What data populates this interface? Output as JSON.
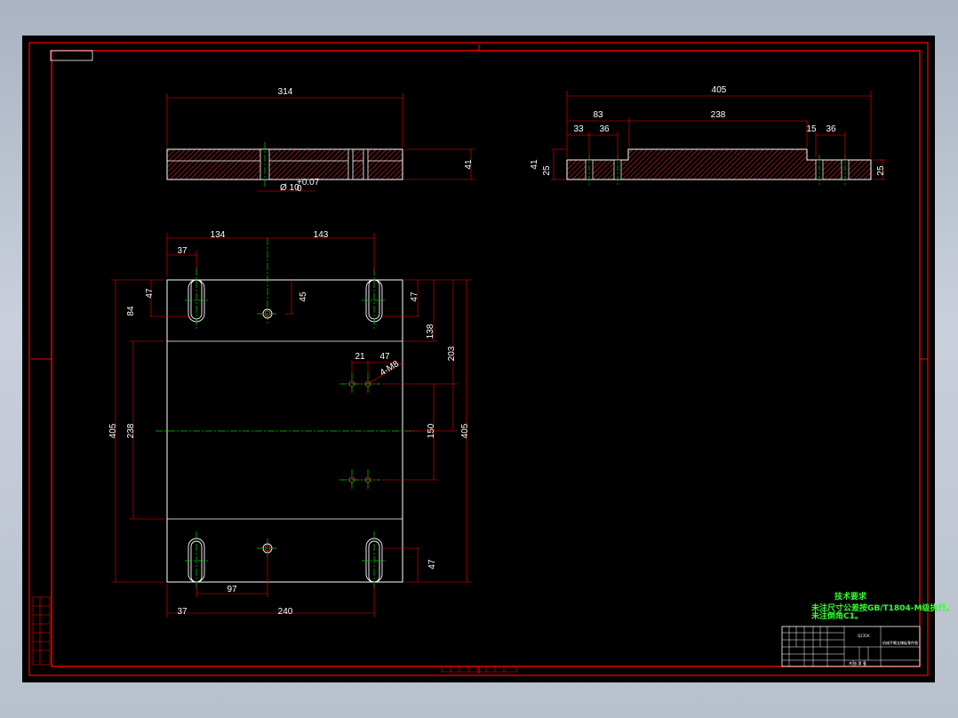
{
  "colors": {
    "background": "#000000",
    "frame": "#ff0000",
    "part": "#ffffff",
    "hatch": "#ff2a2a",
    "center": "#00cc00",
    "dimension": "#ff0000",
    "note": "#33ff33"
  },
  "top_left_view": {
    "width_dim": "314",
    "thickness_dim": "41",
    "hole_dim": "Ø 10",
    "hole_tolerance_upper": "+0.07",
    "hole_tolerance_lower": "0"
  },
  "top_right_view": {
    "width_dim": "405",
    "dim_83": "83",
    "dim_238": "238",
    "dim_33": "33",
    "dim_36_left": "36",
    "dim_15": "15",
    "dim_36_right": "36",
    "dim_41": "41",
    "dim_25_left": "25",
    "dim_25_right": "25"
  },
  "plan_view": {
    "dim_134": "134",
    "dim_143": "143",
    "dim_37_top": "37",
    "dim_47_left": "47",
    "dim_84": "84",
    "dim_45": "45",
    "dim_47_right": "47",
    "dim_138": "138",
    "dim_203": "203",
    "dim_405_left": "405",
    "dim_405_right": "405",
    "dim_238": "238",
    "dim_150": "150",
    "dim_21": "21",
    "dim_47_hole": "47",
    "leader_label": "4-M8",
    "dim_47_bottom": "47",
    "dim_97": "97",
    "dim_37_bottom": "37",
    "dim_240": "240"
  },
  "notes": {
    "title": "技术要求",
    "line1": "未注尺寸公差按GB/T1804-M级执行。",
    "line2": "未注倒角C1。"
  },
  "title_block": {
    "material": "Q235A",
    "drawing_name": "机械手臂支撑板零件图",
    "scale_row": "共  张 第  张"
  }
}
